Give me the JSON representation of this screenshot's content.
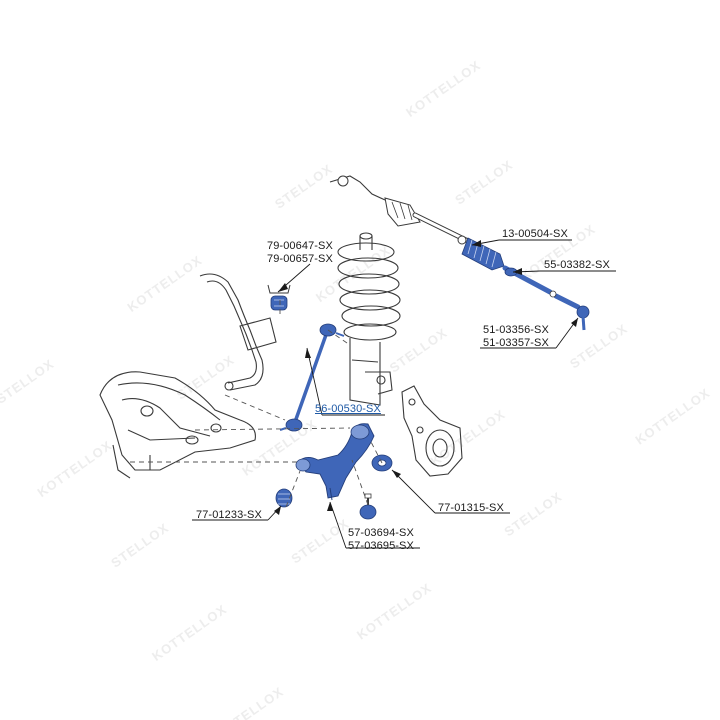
{
  "watermark": {
    "brand_a": "STELLOX",
    "brand_b": "KOTTELLOX"
  },
  "colors": {
    "part_blue": "#3f66b8",
    "part_blue_light": "#7d9ad6",
    "outline": "#3a3a3a",
    "highlight_text": "#1f5aa6"
  },
  "labels": {
    "l_79_00647": "79-00647-SX",
    "l_79_00657": "79-00657-SX",
    "l_13_00504": "13-00504-SX",
    "l_55_03382": "55-03382-SX",
    "l_51_03356": "51-03356-SX",
    "l_51_03357": "51-03357-SX",
    "l_56_00530": "56-00530-SX",
    "l_77_01315": "77-01315-SX",
    "l_77_01233": "77-01233-SX",
    "l_57_03694": "57-03694-SX",
    "l_57_03695": "57-03695-SX"
  }
}
